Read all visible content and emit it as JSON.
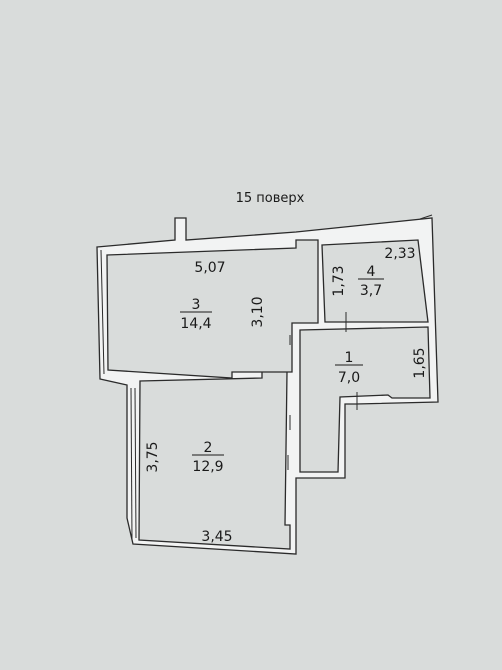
{
  "floor_label": "15 поверх",
  "rooms": [
    {
      "number": "1",
      "area": "7,0"
    },
    {
      "number": "2",
      "area": "12,9"
    },
    {
      "number": "3",
      "area": "14,4"
    },
    {
      "number": "4",
      "area": "3,7"
    }
  ],
  "dimensions": [
    {
      "value": "5,07"
    },
    {
      "value": "3,10"
    },
    {
      "value": "1,73"
    },
    {
      "value": "2,33"
    },
    {
      "value": "1,65"
    },
    {
      "value": "3,75"
    },
    {
      "value": "3,45"
    }
  ],
  "colors": {
    "background": "#d9dcdb",
    "wall_fill": "#f2f3f3",
    "line": "#2b2b2b",
    "text": "#1a1a1a"
  }
}
